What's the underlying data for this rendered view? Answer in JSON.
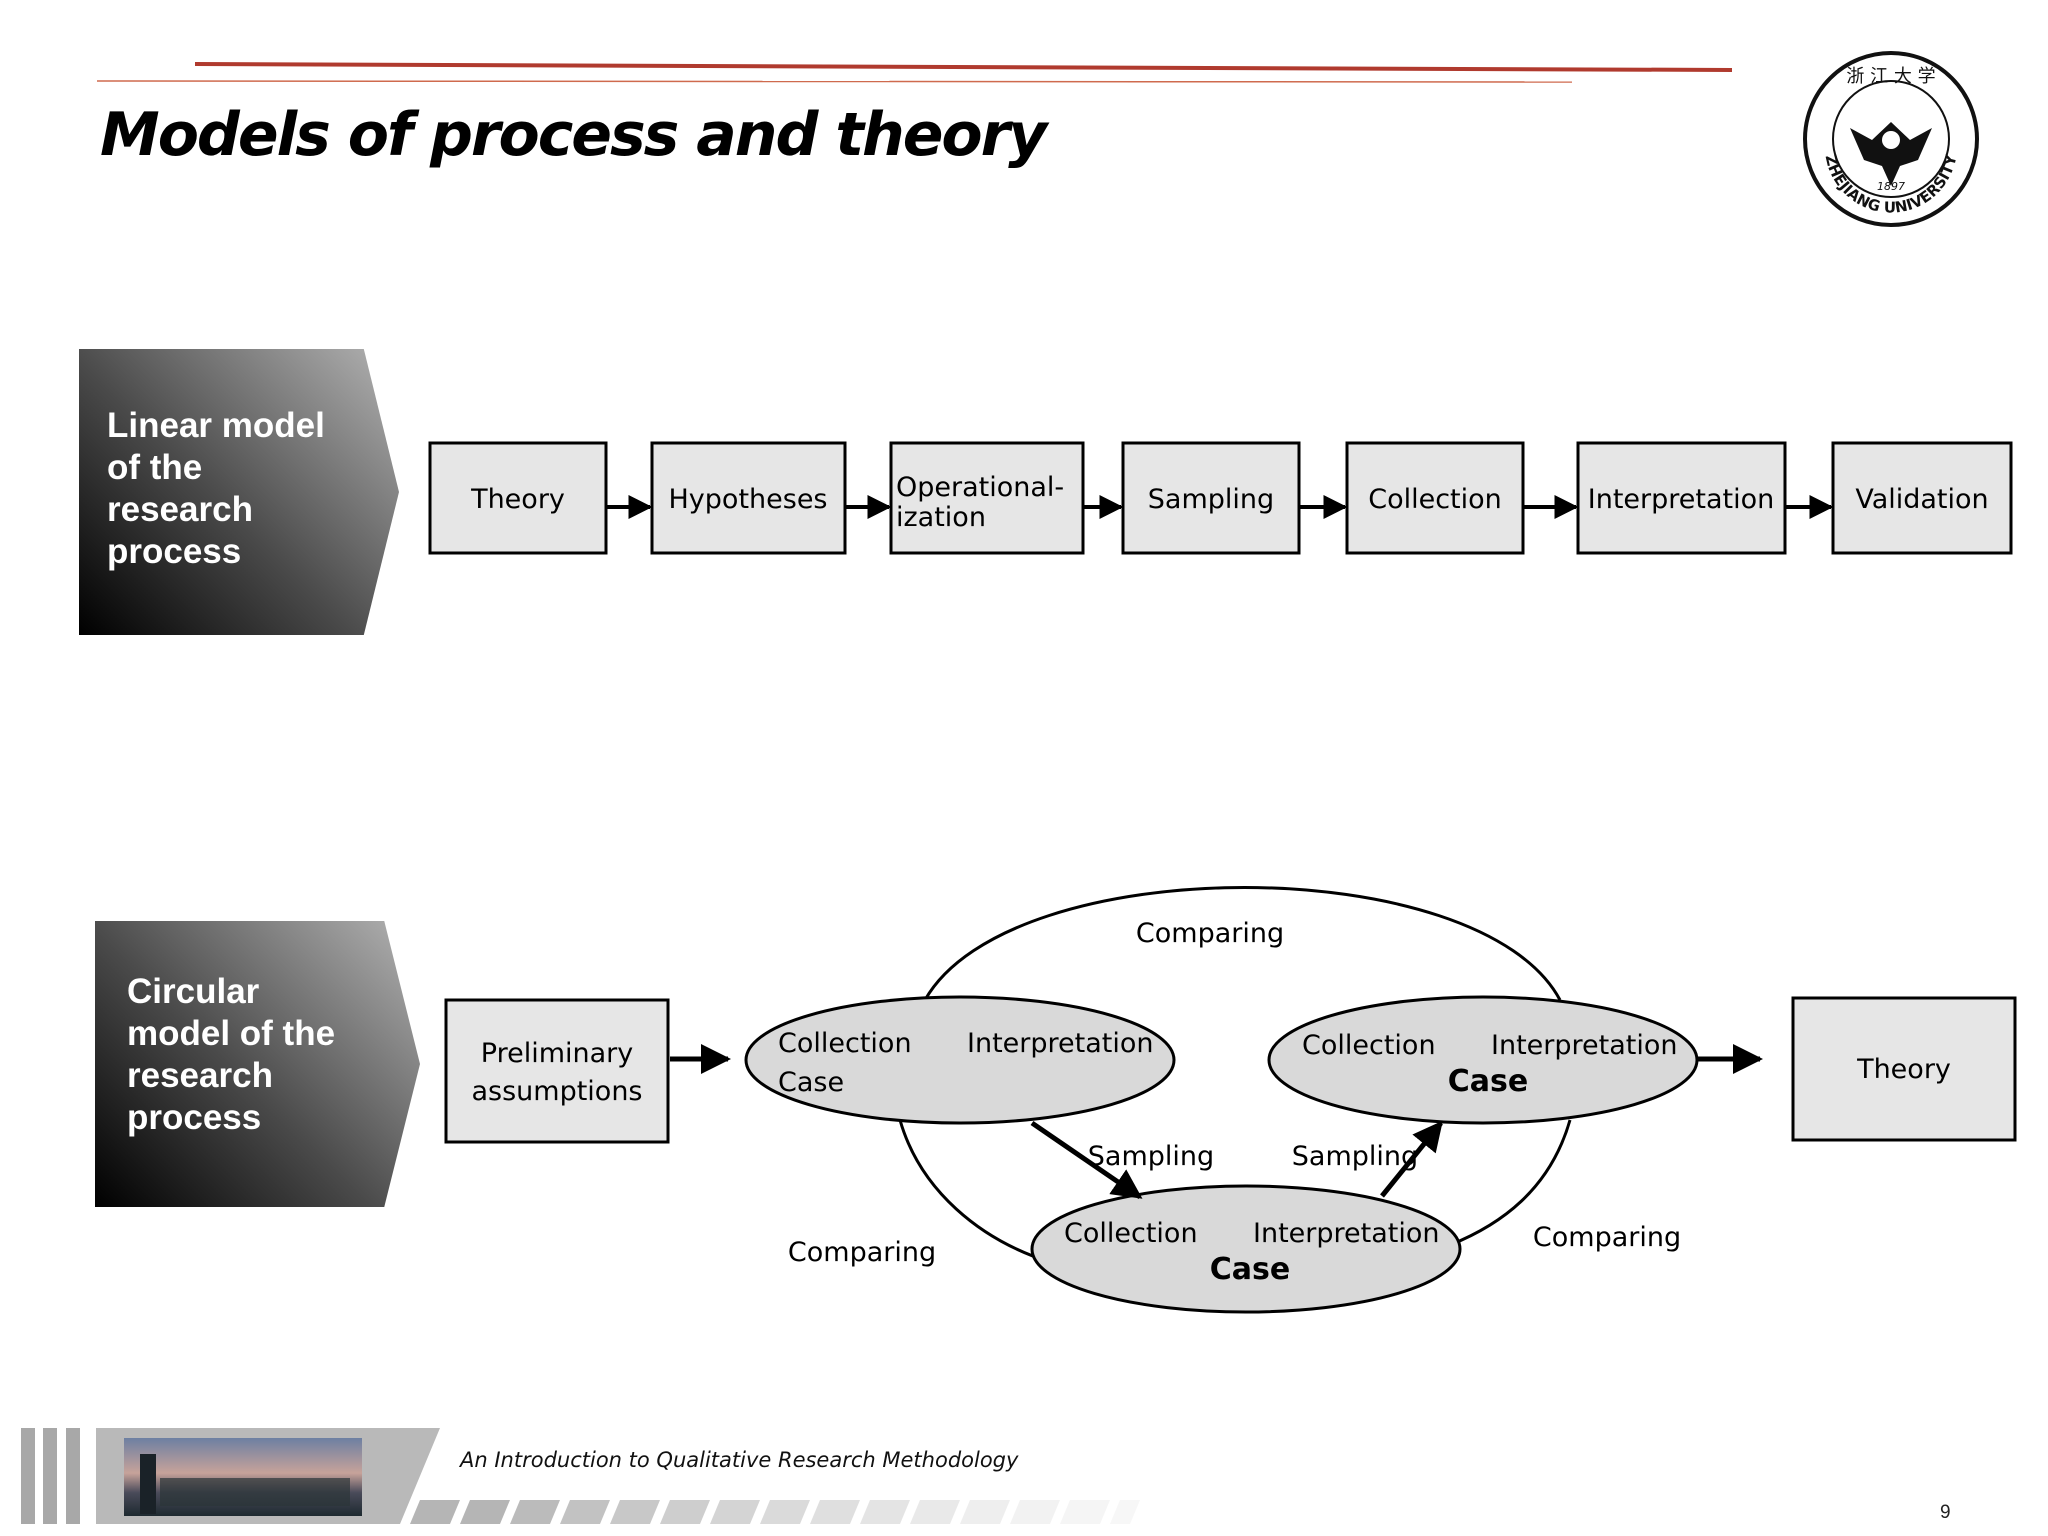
{
  "slide": {
    "title": "Models of process and theory",
    "page_number": "9",
    "footer_caption": "An Introduction to Qualitative Research Methodology"
  },
  "logo": {
    "top_text": "浙 江 大 学",
    "year": "1897",
    "name": "ZHEJIANG UNIVERSITY"
  },
  "linear_model": {
    "label_lines": [
      "Linear model",
      "of the",
      "research",
      "process"
    ],
    "steps": [
      "Theory",
      "Hypotheses",
      "Operational-\nization",
      "Sampling",
      "Collection",
      "Interpretation",
      "Validation"
    ]
  },
  "circular_model": {
    "label_lines": [
      "Circular",
      "model of the",
      "research",
      "process"
    ],
    "start_box": [
      "Preliminary",
      "assumptions"
    ],
    "end_box": "Theory",
    "comparing": "Comparing",
    "sampling": "Sampling",
    "cases": [
      {
        "collection": "Collection",
        "interpretation": "Interpretation",
        "case": "Case",
        "case_bold": false
      },
      {
        "collection": "Collection",
        "interpretation": "Interpretation",
        "case": "Case",
        "case_bold": true
      },
      {
        "collection": "Collection",
        "interpretation": "Interpretation",
        "case": "Case",
        "case_bold": true
      }
    ]
  },
  "colors": {
    "accent_line": "#b03a2e",
    "box_fill": "#e6e6e6",
    "ellipse_fill": "#d9d9d9"
  }
}
